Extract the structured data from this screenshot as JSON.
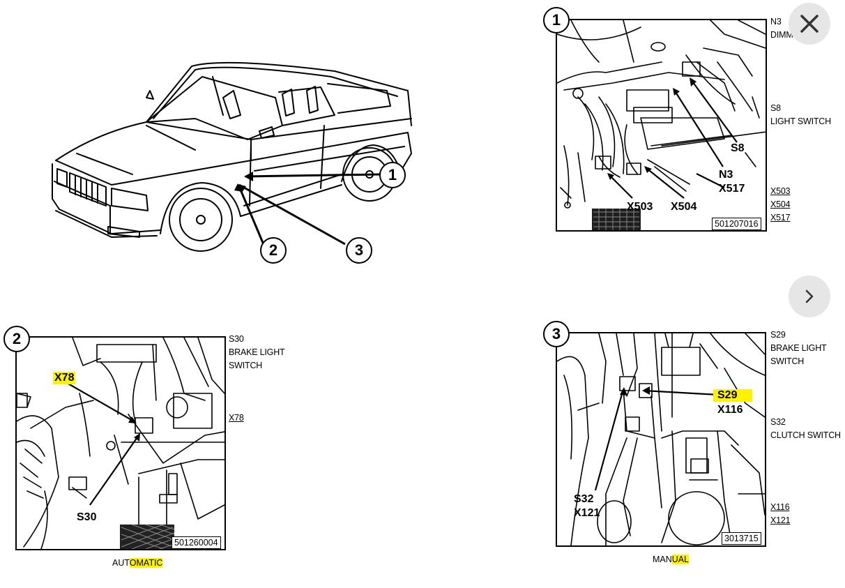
{
  "car": {
    "callouts": [
      "1",
      "2",
      "3"
    ]
  },
  "panel1": {
    "number": "1",
    "labels": {
      "s8": "S8",
      "n3": "N3",
      "x517": "X517",
      "x503": "X503",
      "x504": "X504"
    },
    "ref_code": "501207016",
    "legend": {
      "n3": [
        "N3",
        "DIMMER"
      ],
      "s8": [
        "S8",
        "LIGHT SWITCH"
      ],
      "connectors": [
        "X503",
        "X504",
        "X517"
      ]
    }
  },
  "panel2": {
    "number": "2",
    "labels": {
      "x78": "X78",
      "s30": "S30"
    },
    "ref_code": "501260004",
    "legend": {
      "s30": [
        "S30",
        "BRAKE LIGHT",
        "SWITCH"
      ],
      "connectors": [
        "X78"
      ]
    },
    "caption_parts": [
      "AUT",
      "OMATIC"
    ]
  },
  "panel3": {
    "number": "3",
    "labels": {
      "s29": "S29",
      "x116": "X116",
      "s32": "S32",
      "x121": "X121"
    },
    "ref_code": "3013715",
    "legend": {
      "s29": [
        "S29",
        "BRAKE LIGHT",
        "SWITCH"
      ],
      "s32": [
        "S32",
        "CLUTCH SWITCH"
      ],
      "connectors": [
        "X116",
        "X121"
      ]
    },
    "caption_parts": [
      "MAN",
      "UAL"
    ]
  },
  "controls": {
    "close_icon": "close-icon",
    "next_icon": "chevron-right-icon"
  },
  "colors": {
    "highlight": "#fff200",
    "control_bg": "#e6e6e6"
  }
}
